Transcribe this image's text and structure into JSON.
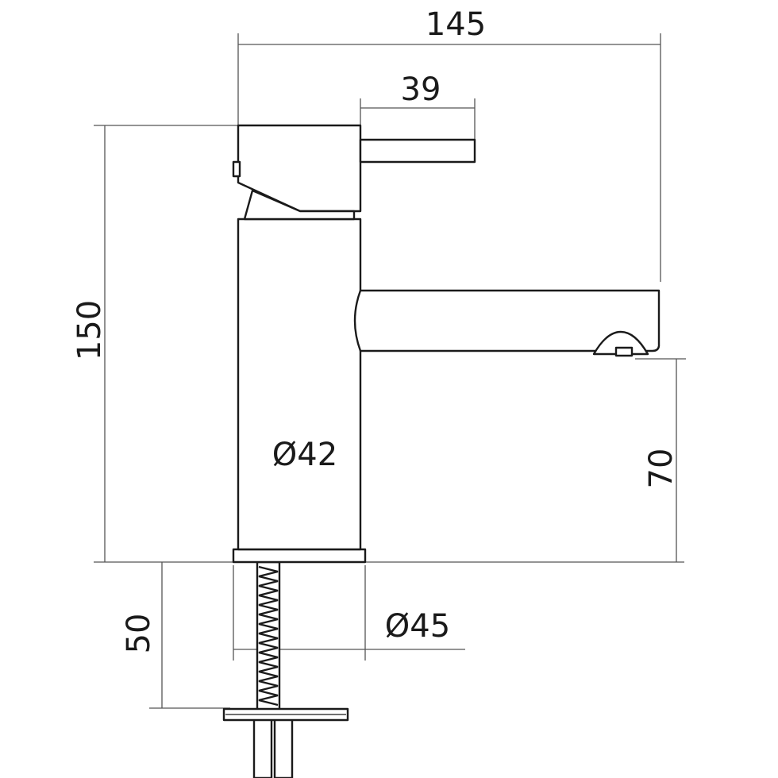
{
  "dimensions": {
    "total_width": "145",
    "lever_length": "39",
    "total_height": "150",
    "spout_height": "70",
    "body_diameter": "Ø42",
    "base_diameter": "Ø45",
    "fixing_length": "50"
  },
  "colors": {
    "line": "#1a1a1a",
    "dimension_line": "#555555",
    "background": "#ffffff"
  }
}
